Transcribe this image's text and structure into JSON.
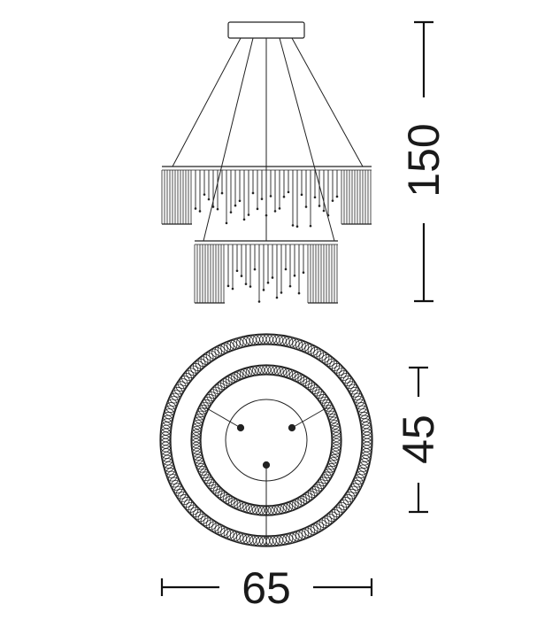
{
  "dimensions": {
    "height": "150",
    "depth": "45",
    "diameter": "65"
  },
  "colors": {
    "line": "#222222",
    "background": "#ffffff"
  }
}
